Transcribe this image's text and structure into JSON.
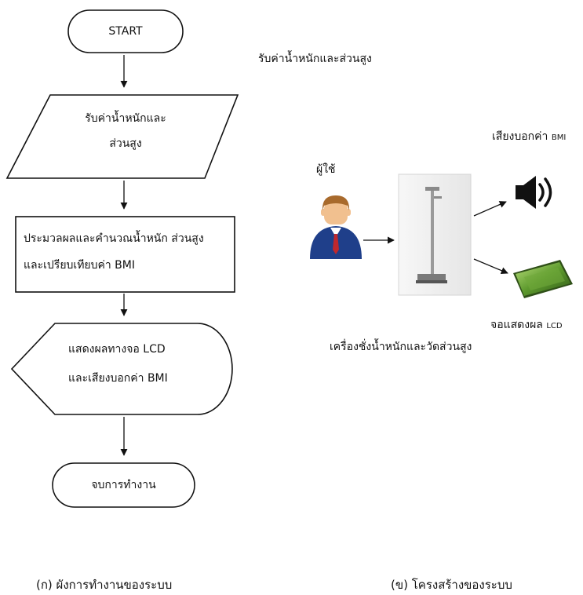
{
  "flowchart": {
    "start": "START",
    "input_line1": "รับค่าน้ำหนักและ",
    "input_line2": "ส่วนสูง",
    "process_line1": "ประมวลผลและคำนวณน้ำหนัก ส่วนสูง",
    "process_line2": "และเปรียบเทียบค่า BMI",
    "display_line1": "แสดงผลทางจอ LCD",
    "display_line2": "และเสียงบอกค่า BMI",
    "end": "จบการทำงาน"
  },
  "structure": {
    "input_label": "รับค่าน้ำหนักและส่วนสูง",
    "sound_label": "เสียงบอกค่า",
    "sound_label_suffix": "BMI",
    "user_label": "ผู้ใช้",
    "scale_label": "เครื่องชั่งน้ำหนักและวัดส่วนสูง",
    "lcd_label": "จอแสดงผล",
    "lcd_label_suffix": "LCD"
  },
  "captions": {
    "left": "(ก) ผังการทำงานของระบบ",
    "right": "(ข) โครงสร้างของระบบ"
  },
  "colors": {
    "line": "#111111",
    "suit": "#1f3f8a",
    "tie": "#c0282d",
    "skin": "#f1c08f",
    "hair": "#a86a2c",
    "lcd_green": "#5e9a2e"
  }
}
